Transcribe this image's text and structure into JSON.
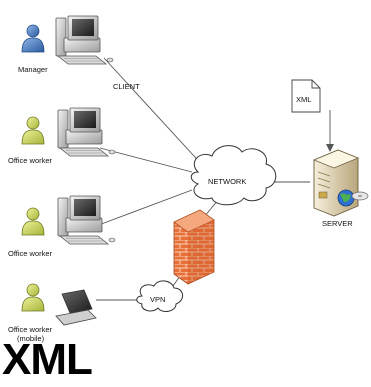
{
  "diagram": {
    "clients": {
      "manager": "Manager",
      "office_worker_1": "Office worker",
      "office_worker_2": "Office worker",
      "office_worker_mobile_line1": "Office worker",
      "office_worker_mobile_line2": "(mobile)"
    },
    "client_label": "CLIENT",
    "network_label": "NETWORK",
    "vpn_label": "VPN",
    "server_label": "SERVER",
    "document_label": "XML",
    "colors": {
      "manager_person": "#3a6fb4",
      "office_person": "#c9d860",
      "firewall": "#e8703a",
      "server_body": "#e8dcc0"
    }
  },
  "footer": {
    "title": "XML"
  }
}
